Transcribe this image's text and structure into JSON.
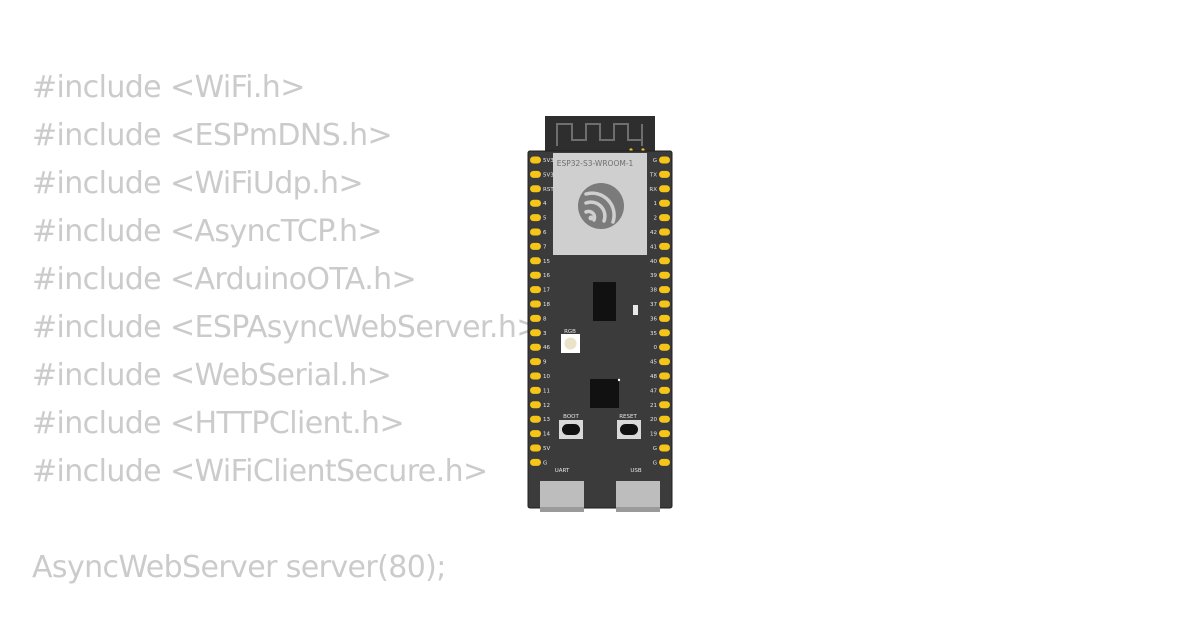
{
  "code_lines_top": [
    "#include <WiFi.h>",
    "#include <ESPmDNS.h>",
    "#include <WiFiUdp.h>",
    "#include <AsyncTCP.h>",
    "#include <ArduinoOTA.h>",
    "#include <ESPAsyncWebServer.h>",
    "#include <WebSerial.h>",
    "#include <HTTPClient.h>",
    "#include <WiFiClientSecure.h>"
  ],
  "code_lines_bottom": [
    "AsyncWebServer server(80);"
  ],
  "board": {
    "module_label": "ESP32-S3-WROOM-1",
    "left_pins": [
      "5V3",
      "5V3",
      "RST",
      "4",
      "5",
      "6",
      "7",
      "15",
      "16",
      "17",
      "18",
      "8",
      "3",
      "46",
      "9",
      "10",
      "11",
      "12",
      "13",
      "14",
      "5V",
      "G"
    ],
    "right_pins": [
      "G",
      "TX",
      "RX",
      "1",
      "2",
      "42",
      "41",
      "40",
      "39",
      "38",
      "37",
      "36",
      "35",
      "0",
      "45",
      "48",
      "47",
      "21",
      "20",
      "19",
      "G",
      "G"
    ],
    "rgb_label": "RGB",
    "boot_label": "BOOT",
    "reset_label": "RESET",
    "uart_label": "UART",
    "usb_label": "USB",
    "colors": {
      "pcb": "#3b3b3b",
      "pin": "#f5c518",
      "module": "#cfcfcf",
      "antenna": "#2e2e2e",
      "logo": "#7b7b7b"
    }
  }
}
